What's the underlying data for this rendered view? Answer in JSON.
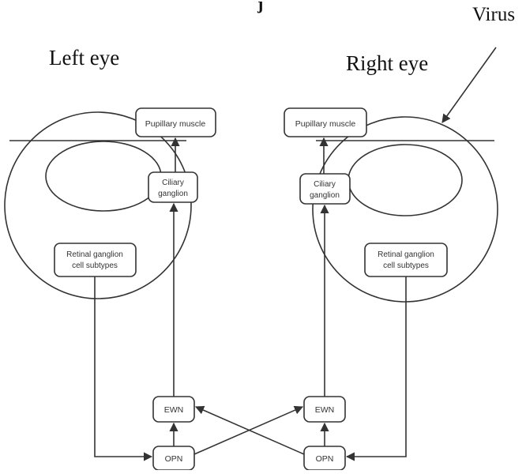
{
  "top_title_fragment": "j",
  "virus_label": "Virus",
  "left_eye": {
    "title": "Left eye",
    "pupillary_muscle": "Pupillary muscle",
    "ciliary_ganglion": [
      "Ciliary",
      "ganglion"
    ],
    "retinal_ganglion": [
      "Retinal ganglion",
      "cell subtypes"
    ],
    "ewn": "EWN",
    "opn": "OPN"
  },
  "right_eye": {
    "title": "Right eye",
    "pupillary_muscle": "Pupillary muscle",
    "ciliary_ganglion": [
      "Ciliary",
      "ganglion"
    ],
    "retinal_ganglion": [
      "Retinal ganglion",
      "cell subtypes"
    ],
    "ewn": "EWN",
    "opn": "OPN"
  }
}
